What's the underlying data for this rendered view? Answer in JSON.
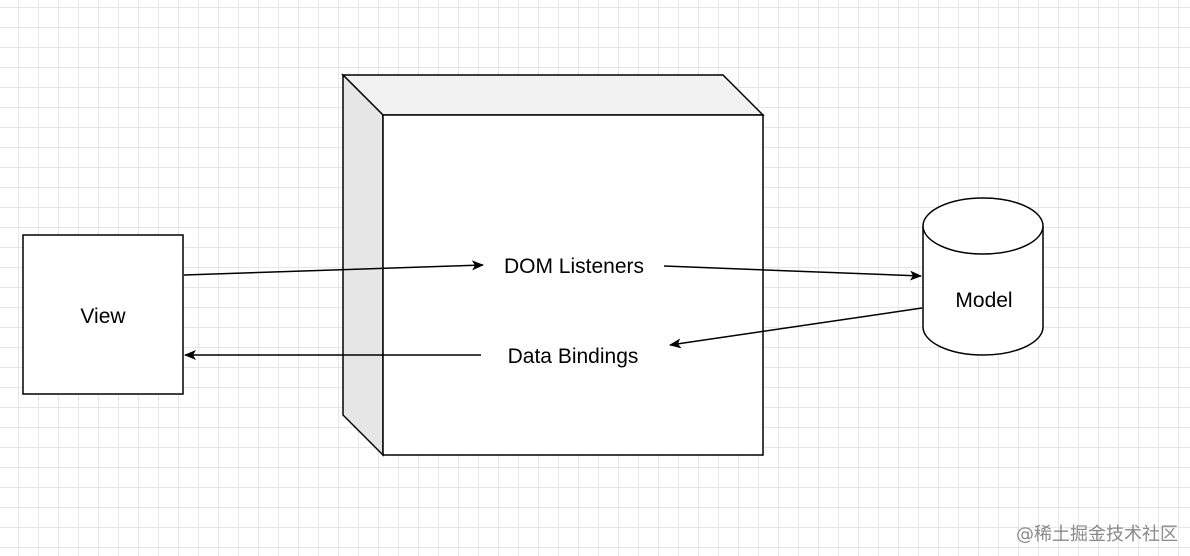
{
  "nodes": {
    "view": {
      "label": "View"
    },
    "model": {
      "label": "Model"
    },
    "binder": {
      "dom_listeners": "DOM Listeners",
      "data_bindings": "Data Bindings"
    }
  },
  "edges": [
    {
      "from": "View",
      "to": "DOM Listeners"
    },
    {
      "from": "DOM Listeners",
      "to": "Model"
    },
    {
      "from": "Model",
      "to": "Data Bindings"
    },
    {
      "from": "Data Bindings",
      "to": "View"
    }
  ],
  "colors": {
    "stroke": "#000000",
    "cube_side": "#e6e6e6",
    "cube_top": "#f2f2f2",
    "grid": "#e6e6e6"
  },
  "watermark": "@稀土掘金技术社区"
}
